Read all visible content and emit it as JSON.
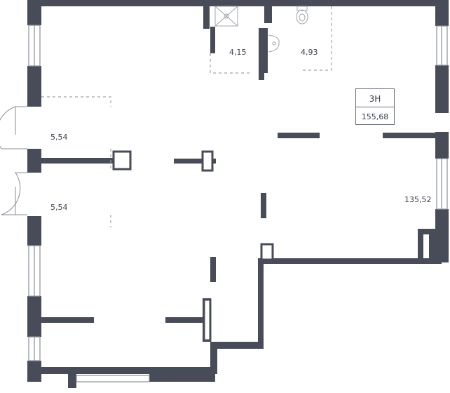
{
  "unit_badge": {
    "code": "3Н",
    "total_area": "155,68"
  },
  "rooms": [
    {
      "id": "bathroom-left",
      "area": "4,15"
    },
    {
      "id": "bathroom-right",
      "area": "4,93"
    },
    {
      "id": "vestibule-upper",
      "area": "5,54"
    },
    {
      "id": "vestibule-lower",
      "area": "5,54"
    },
    {
      "id": "main-hall",
      "area": "135,52"
    }
  ],
  "colors": {
    "wall": "#484c58",
    "window": "#8a8e98",
    "dashed": "#a0a4ad",
    "text": "#3b3f4a"
  }
}
